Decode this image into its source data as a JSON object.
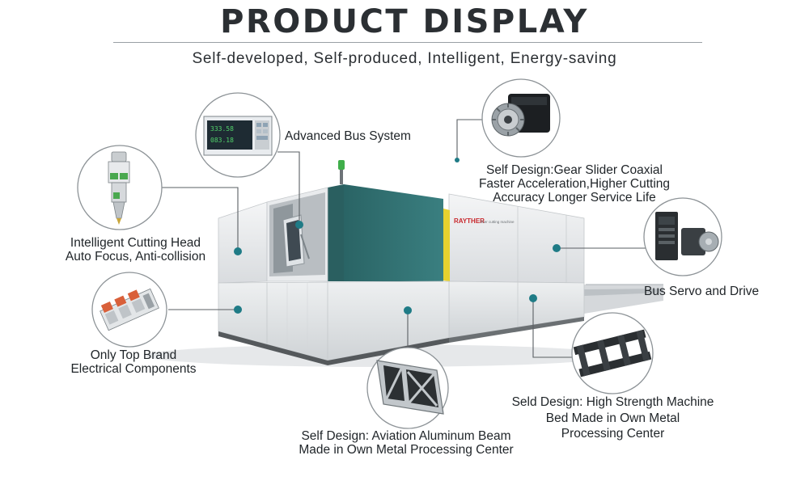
{
  "header": {
    "title": "PRODUCT DISPLAY",
    "subtitle": "Self-developed, Self-produced, Intelligent, Energy-saving"
  },
  "machine": {
    "brand": "RAYTHER",
    "model_caption": "fiber cutting machine"
  },
  "screen_readout": [
    "333.58",
    "083.18"
  ],
  "callouts": {
    "bus_system": [
      "Advanced Bus System"
    ],
    "cutting_head": [
      "Intelligent Cutting Head",
      "Auto Focus, Anti-collision"
    ],
    "electrical": [
      "Only Top Brand",
      "Electrical Components"
    ],
    "gear": [
      "Self Design:Gear Slider Coaxial",
      "Faster Acceleration,Higher Cutting",
      "Accuracy Longer Service Life"
    ],
    "servo": [
      "Bus Servo and Drive"
    ],
    "beam": [
      "Self Design: Aviation Aluminum Beam",
      "Made in Own Metal Processing Center"
    ],
    "bed": [
      "Seld Design: High Strength Machine",
      "Bed Made in Own Metal",
      "Processing Center"
    ]
  },
  "colors": {
    "teal": "#2f6f70",
    "dot": "#1f7b86",
    "accent_yellow": "#e7d12e",
    "brand_red": "#c8282d",
    "line": "#5a5f63"
  }
}
